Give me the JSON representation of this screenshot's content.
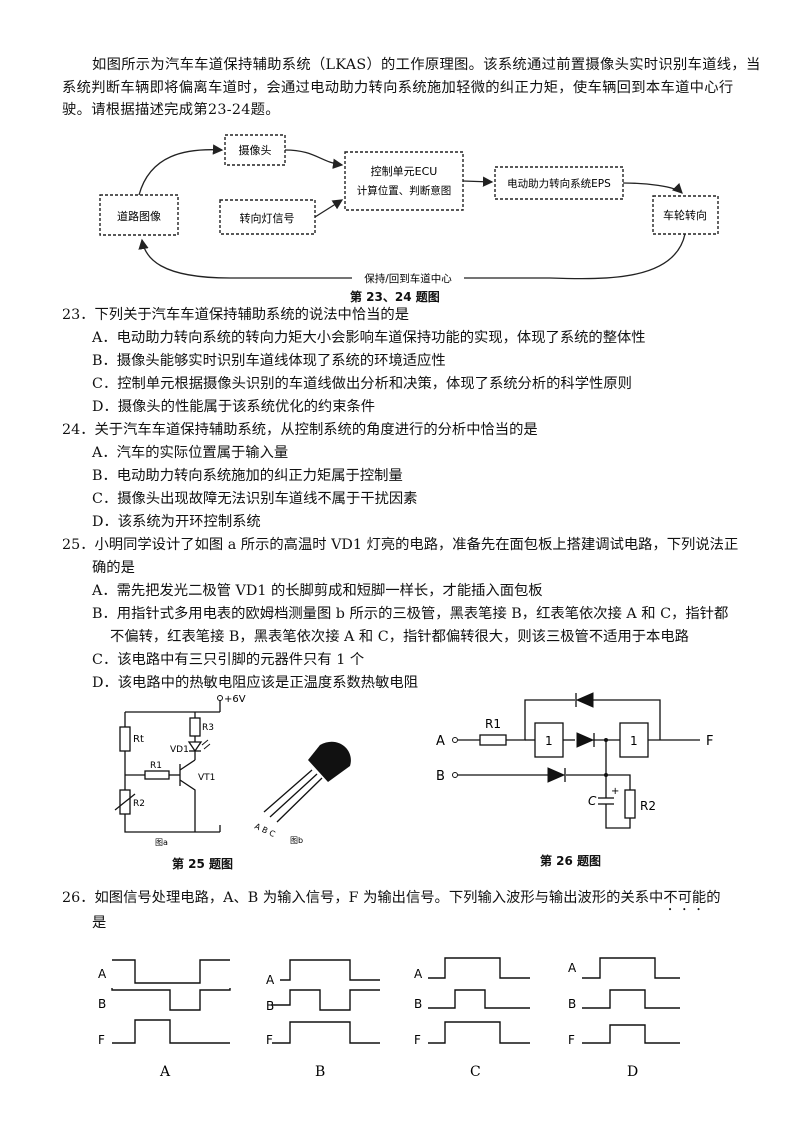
{
  "intro": "如图所示为汽车车道保持辅助系统（LKAS）的工作原理图。该系统通过前置摄像头实时识别车道线，当系统判断车辆即将偏离车道时，会通过电动助力转向系统施加轻微的纠正力矩，使车辆回到本车道中心行驶。请根据描述完成第23-24题。",
  "diagram": {
    "road": "道路图像",
    "camera": "摄像头",
    "turn_signal": "转向灯信号",
    "ecu_line1": "控制单元ECU",
    "ecu_line2": "计算位置、判断意图",
    "eps": "电动助力转向系统EPS",
    "wheel": "车轮转向",
    "feedback": "保持/回到车道中心",
    "caption": "第 23、24 题图"
  },
  "q23": {
    "stem": "23．下列关于汽车车道保持辅助系统的说法中恰当的是",
    "options": [
      "A．电动助力转向系统的转向力矩大小会影响车道保持功能的实现，体现了系统的整体性",
      "B．摄像头能够实时识别车道线体现了系统的环境适应性",
      "C．控制单元根据摄像头识别的车道线做出分析和决策，体现了系统分析的科学性原则",
      "D．摄像头的性能属于该系统优化的约束条件"
    ]
  },
  "q24": {
    "stem": "24．关于汽车车道保持辅助系统，从控制系统的角度进行的分析中恰当的是",
    "options": [
      "A．汽车的实际位置属于输入量",
      "B．电动助力转向系统施加的纠正力矩属于控制量",
      "C．摄像头出现故障无法识别车道线不属于干扰因素",
      "D．该系统为开环控制系统"
    ]
  },
  "q25": {
    "stem_line1": "25．小明同学设计了如图 a 所示的高温时 VD1 灯亮的电路，准备先在面包板上搭建调试电路，下列说法正",
    "stem_line2": "确的是",
    "options": [
      "A．需先把发光二极管 VD1 的长脚剪成和短脚一样长，才能插入面包板",
      "B．用指针式多用电表的欧姆档测量图 b 所示的三极管，黑表笔接 B，红表笔依次接 A 和 C，指针都",
      "不偏转，红表笔接 B，黑表笔依次接 A 和 C，指针都偏转很大，则该三极管不适用于本电路",
      "C．该电路中有三只引脚的元器件只有 1 个",
      "D．该电路中的热敏电阻应该是正温度系数热敏电阻"
    ]
  },
  "fig25": {
    "supply": "+6V",
    "rt": "Rt",
    "r3": "R3",
    "vd1": "VD1",
    "r1": "R1",
    "vt1": "VT1",
    "r2": "R2",
    "label_a": "图a",
    "pins": "A B C",
    "label_b": "图b",
    "caption": "第 25 题图"
  },
  "fig26": {
    "r1": "R1",
    "in_a": "A",
    "in_b": "B",
    "out_f": "F",
    "gate": "1",
    "cap": "C",
    "plus": "+",
    "r2": "R2",
    "caption": "第 26 题图"
  },
  "q26": {
    "stem_before": "26．如图信号处理电路，A、B 为输入信号，F 为输出信号。下列输入波形与输出波形的关系中",
    "stem_emph": "不可能",
    "stem_after": "的",
    "stem_line2": "是",
    "choices": [
      "A",
      "B",
      "C",
      "D"
    ],
    "signal_labels": [
      "A",
      "B",
      "F"
    ]
  }
}
